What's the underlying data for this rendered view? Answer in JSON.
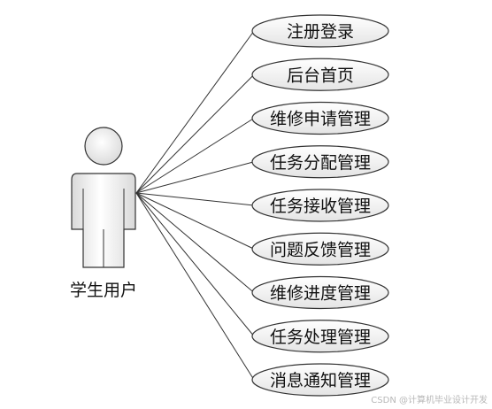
{
  "actor": {
    "label": "学生用户"
  },
  "use_cases": [
    {
      "label": "注册登录"
    },
    {
      "label": "后台首页"
    },
    {
      "label": "维修申请管理"
    },
    {
      "label": "任务分配管理"
    },
    {
      "label": "任务接收管理"
    },
    {
      "label": "问题反馈管理"
    },
    {
      "label": "维修进度管理"
    },
    {
      "label": "任务处理管理"
    },
    {
      "label": "消息通知管理"
    }
  ],
  "watermark": "CSDN @计算机毕业设计开发",
  "colors": {
    "stroke": "#333333",
    "ellipse_fill_top": "#ffffff",
    "ellipse_fill_bottom": "#e4e4e4",
    "actor_fill_light": "#ffffff",
    "actor_fill_dark": "#d9d9d9"
  }
}
